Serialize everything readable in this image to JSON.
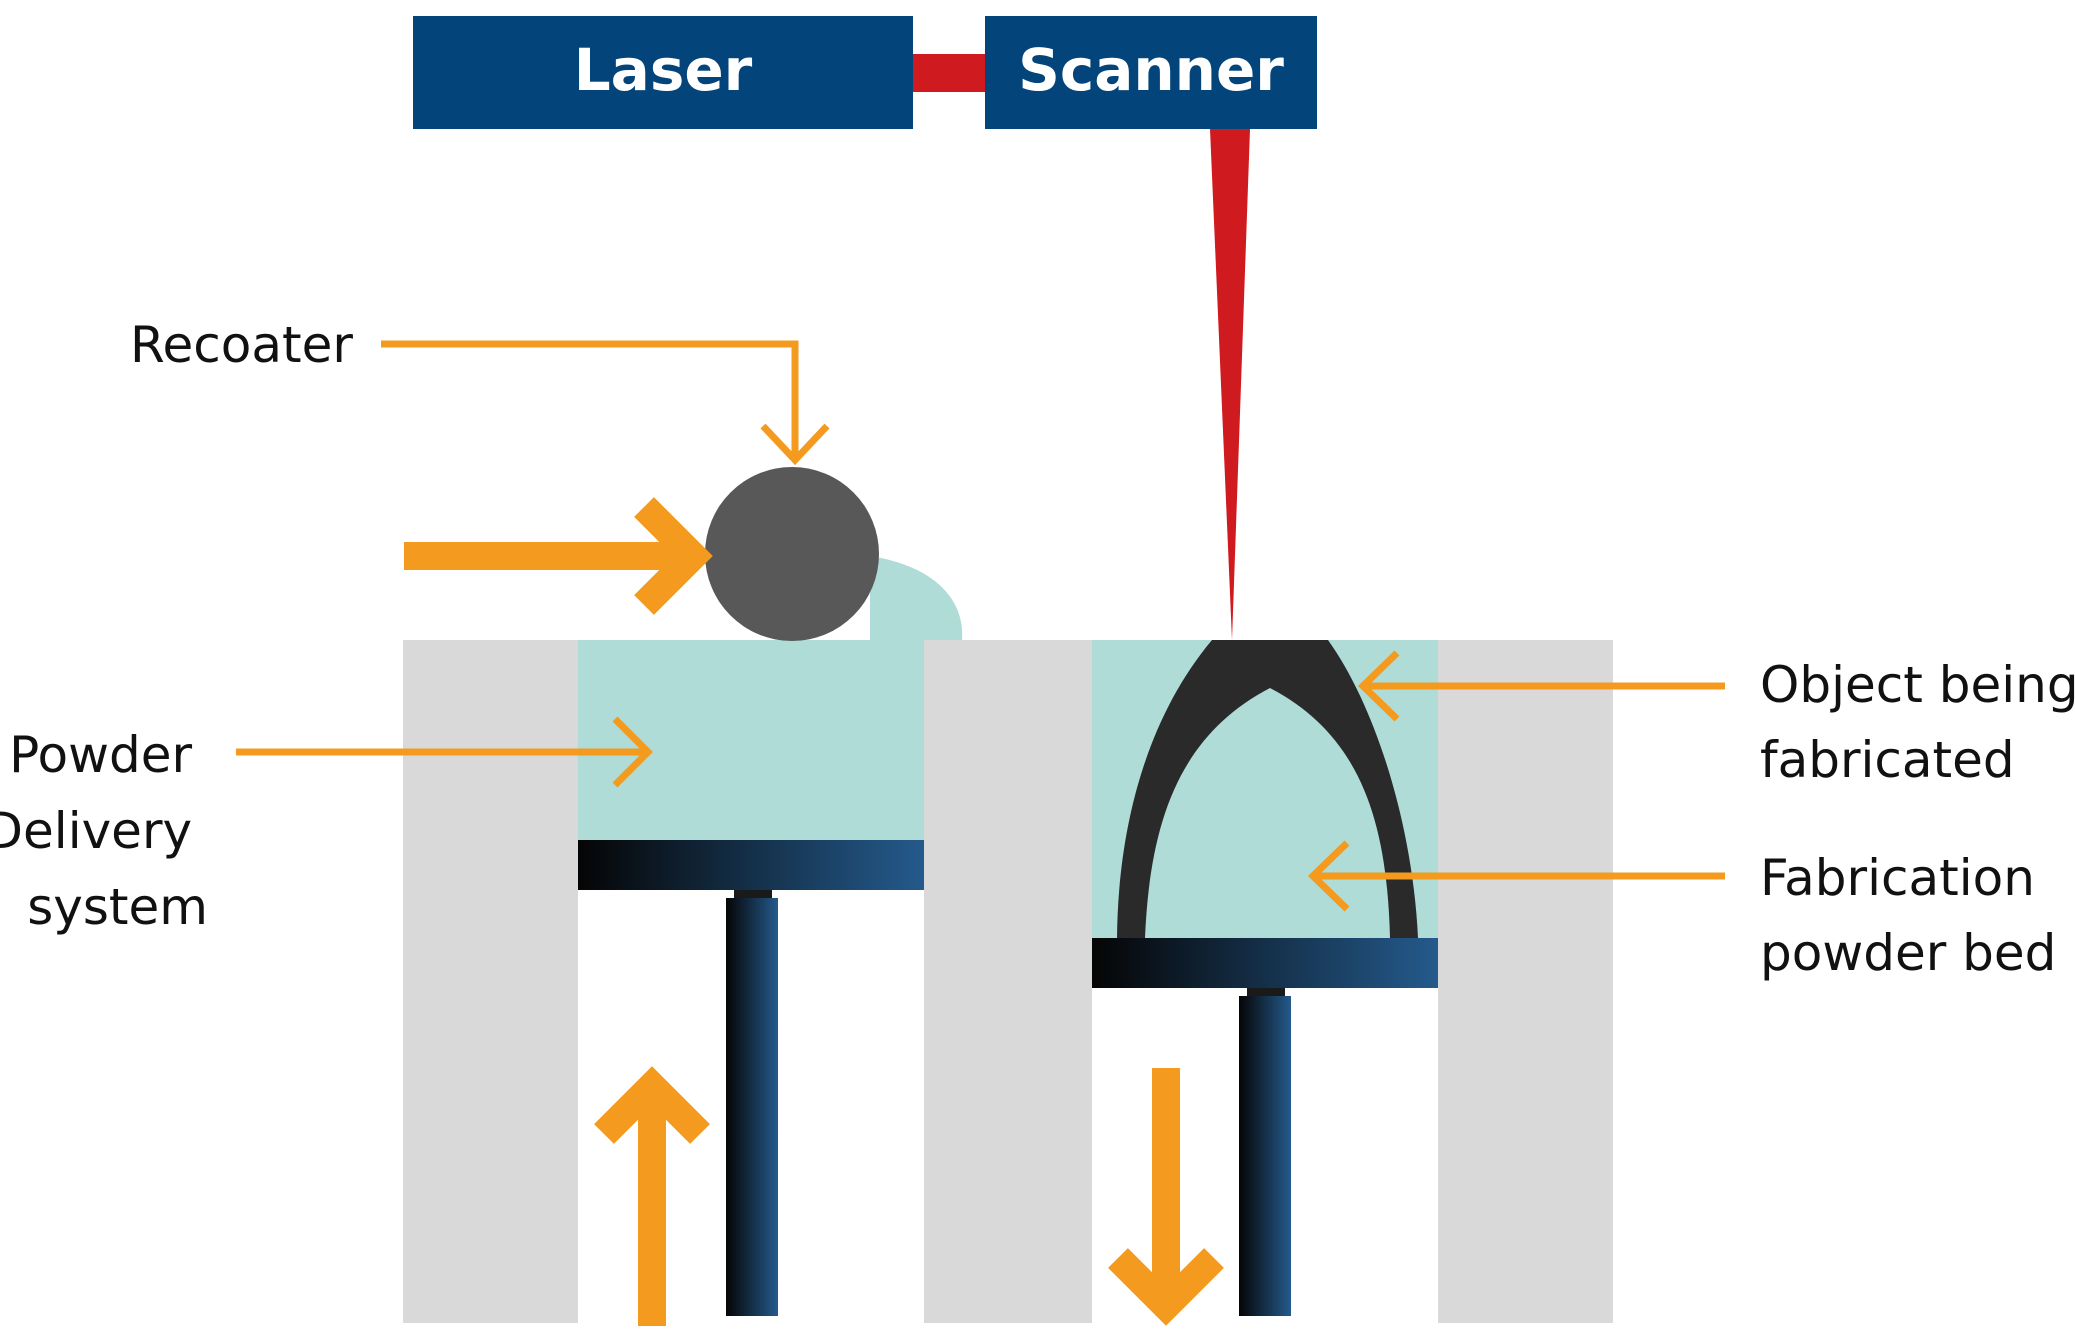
{
  "boxes": {
    "laser": "Laser",
    "scanner": "Scanner"
  },
  "labels": {
    "recoater": "Recoater",
    "powder_delivery": [
      "Powder",
      "Delivery",
      "system"
    ],
    "object_being_fabricated": [
      "Object being",
      "fabricated"
    ],
    "fabrication_powder_bed": [
      "Fabrication",
      "powder bed"
    ]
  },
  "colors": {
    "box_blue": "#03457a",
    "laser_red": "#cf1a1f",
    "arrow_orange": "#f39a1f",
    "powder": "#afdcd7",
    "wall_gray": "#d9d9d9",
    "recoater_gray": "#585858",
    "object_dark": "#2a2a2a"
  }
}
